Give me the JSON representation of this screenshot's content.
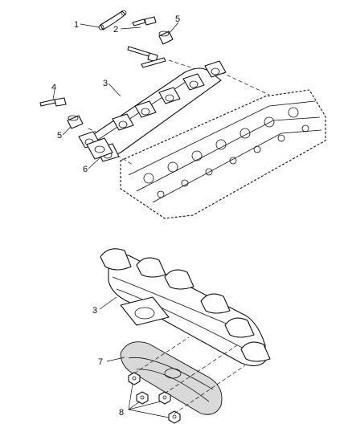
{
  "callouts": {
    "c1": "1",
    "c2": "2",
    "c3_top": "3",
    "c4": "4",
    "c5_top": "5",
    "c5_left": "5",
    "c6": "6",
    "c3_bottom": "3",
    "c7": "7",
    "c8": "8"
  }
}
